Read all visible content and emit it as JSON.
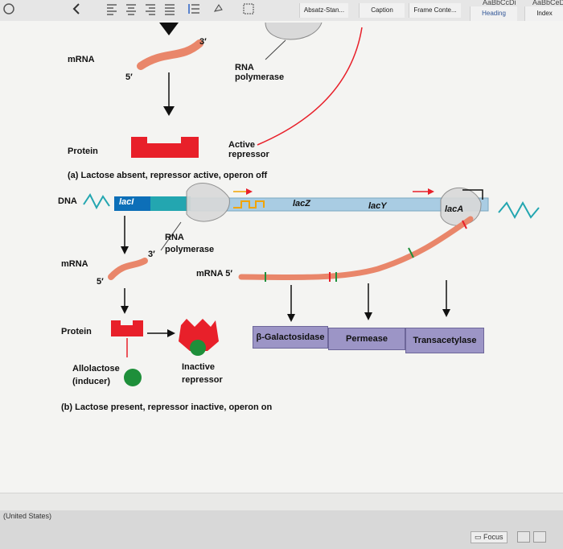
{
  "ribbon": {
    "styles": [
      {
        "label": "Absatz-Stan..."
      },
      {
        "label": "Caption"
      },
      {
        "label": "Frame Conte..."
      },
      {
        "label": "Heading"
      },
      {
        "label": "Index"
      }
    ],
    "previews": [
      "AaBbCcDi",
      "AaBbCeD"
    ]
  },
  "figure": {
    "part_a": {
      "mrna": "mRNA",
      "five_prime": "5′",
      "three_prime": "3′",
      "rna_polymerase": "RNA\npolymerase",
      "protein": "Protein",
      "active_repressor": "Active\nrepressor",
      "caption": "(a) Lactose absent, repressor active, operon off"
    },
    "part_b": {
      "dna": "DNA",
      "lacI": "lacI",
      "lacZ": "lacZ",
      "lacY": "lacY",
      "lacA": "lacA",
      "rna_polymerase": "RNA\npolymerase",
      "three_prime": "3′",
      "mrna": "mRNA",
      "five_prime": "5′",
      "mrna_5": "mRNA 5′",
      "protein": "Protein",
      "enzymes": [
        "β-Galactosidase",
        "Permease",
        "Transacetylase"
      ],
      "allolactose": "Allolactose\n(inducer)",
      "inactive_repressor": "Inactive\nrepressor",
      "caption": "(b) Lactose present, repressor inactive, operon on"
    }
  },
  "status": {
    "language": "(United States)",
    "focus": "Focus"
  },
  "colors": {
    "repressor": "#e8202a",
    "mrna": "#e9866a",
    "dna_blue": "#a9cce3",
    "laci": "#0d6fb8",
    "teal": "#23a6b0",
    "enzyme": "#9c95c6",
    "inducer": "#1e8f3a"
  }
}
